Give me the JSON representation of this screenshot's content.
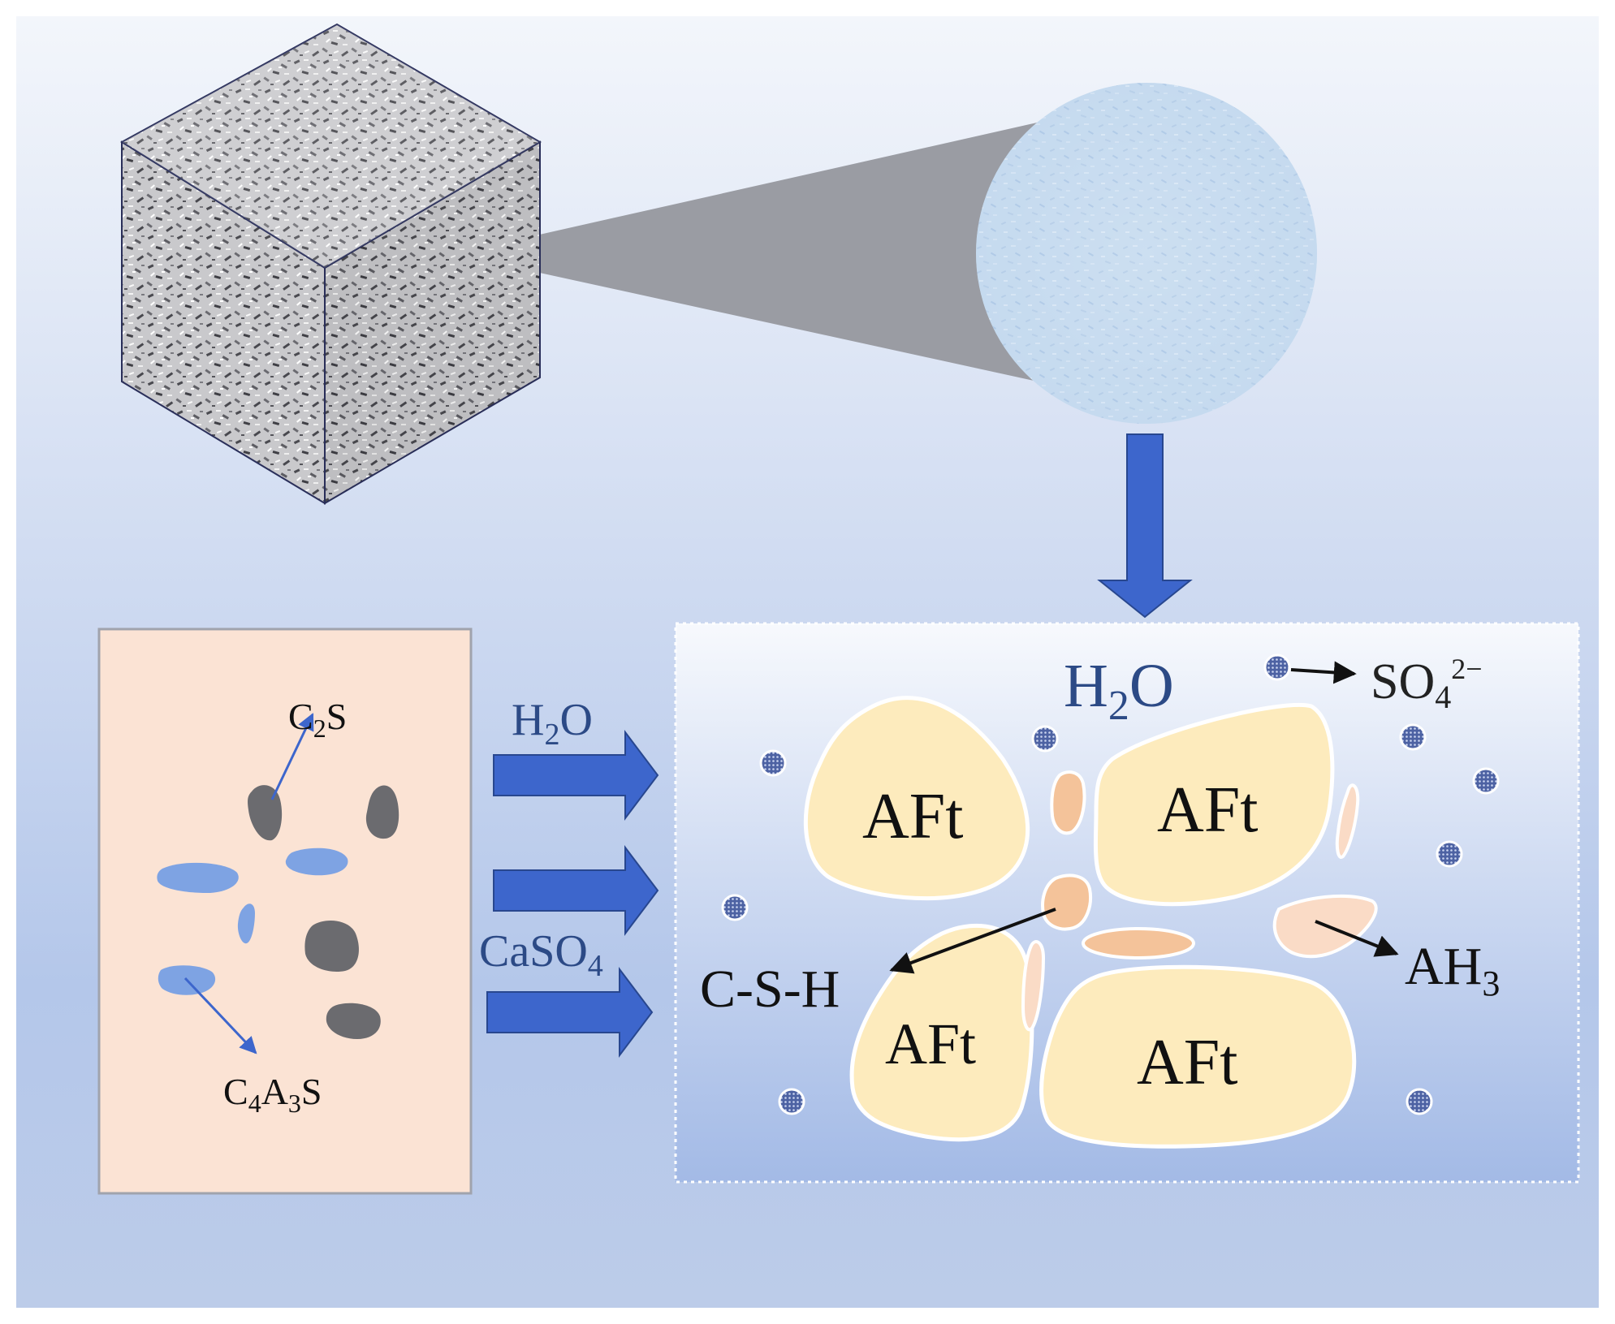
{
  "reactants": {
    "c2s": {
      "main": "C",
      "sub": "2",
      "tail": "S"
    },
    "c4a3s": {
      "p1": "C",
      "s1": "4",
      "p2": "A",
      "s2": "3",
      "p3": "S"
    }
  },
  "inputs": {
    "water": {
      "main": "H",
      "sub": "2",
      "tail": "O"
    },
    "gypsum": {
      "main": "CaSO",
      "sub": "4"
    }
  },
  "products": {
    "water": {
      "main": "H",
      "sub": "2",
      "tail": "O"
    },
    "sulfate": {
      "main": "SO",
      "sub": "4",
      "sup": "2−"
    },
    "aft_1": "AFt",
    "aft_2": "AFt",
    "aft_3": "AFt",
    "aft_4": "AFt",
    "csh": "C-S-H",
    "ah3": {
      "main": "AH",
      "sub": "3"
    }
  },
  "colors": {
    "background_top": "#f2f5fb",
    "background_bottom": "#a9bfe6",
    "reactant_panel": "#fbe3d4",
    "aft_fill": "#fdebbd",
    "csh_fill": "#f4c39a",
    "ah3_fill": "#fadbc6",
    "arrow_blue": "#3b63c4",
    "text_blue": "#2c4a86",
    "c2s_particle": "#6b6b6f",
    "c4a3s_particle": "#7ea3e3"
  }
}
